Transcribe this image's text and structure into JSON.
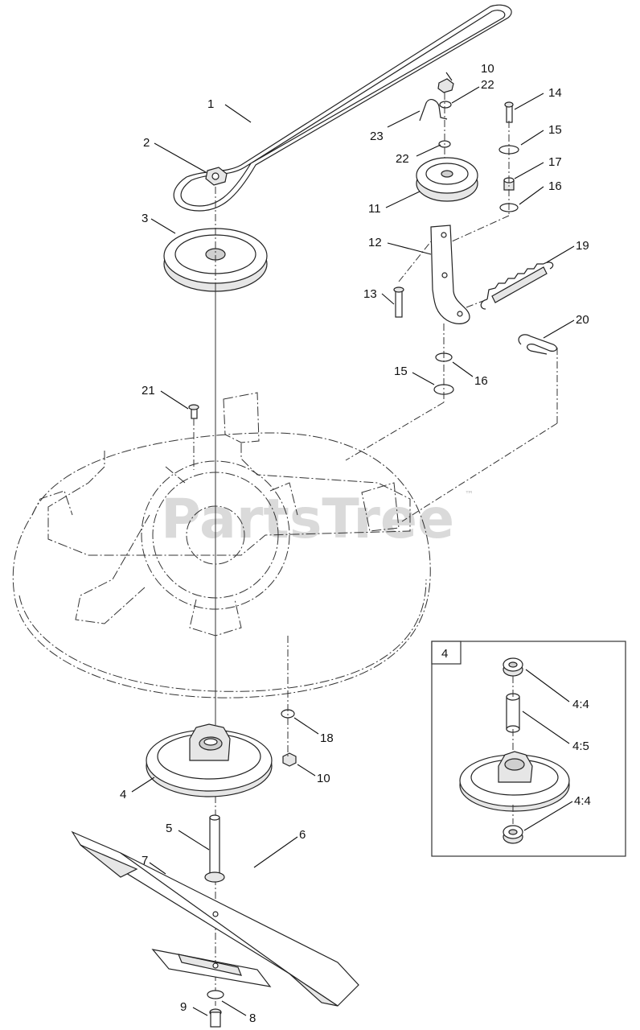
{
  "watermark": {
    "text": "PartsTree",
    "tm": "™"
  },
  "callouts": {
    "c1": "1",
    "c2": "2",
    "c3": "3",
    "c4": "4",
    "c5": "5",
    "c6": "6",
    "c7": "7",
    "c8": "8",
    "c9": "9",
    "c10a": "10",
    "c10b": "10",
    "c11": "11",
    "c12": "12",
    "c13": "13",
    "c14": "14",
    "c15a": "15",
    "c15b": "15",
    "c16a": "16",
    "c16b": "16",
    "c17": "17",
    "c18": "18",
    "c19": "19",
    "c20": "20",
    "c21": "21",
    "c22a": "22",
    "c22b": "22",
    "c23": "23"
  },
  "inset": {
    "label": "4",
    "callouts": {
      "bearing_top": "4:4",
      "spacer": "4:5",
      "bearing_bottom": "4:4"
    }
  },
  "colors": {
    "line": "#222222",
    "watermark": "#bdbdbd",
    "background": "#ffffff"
  }
}
